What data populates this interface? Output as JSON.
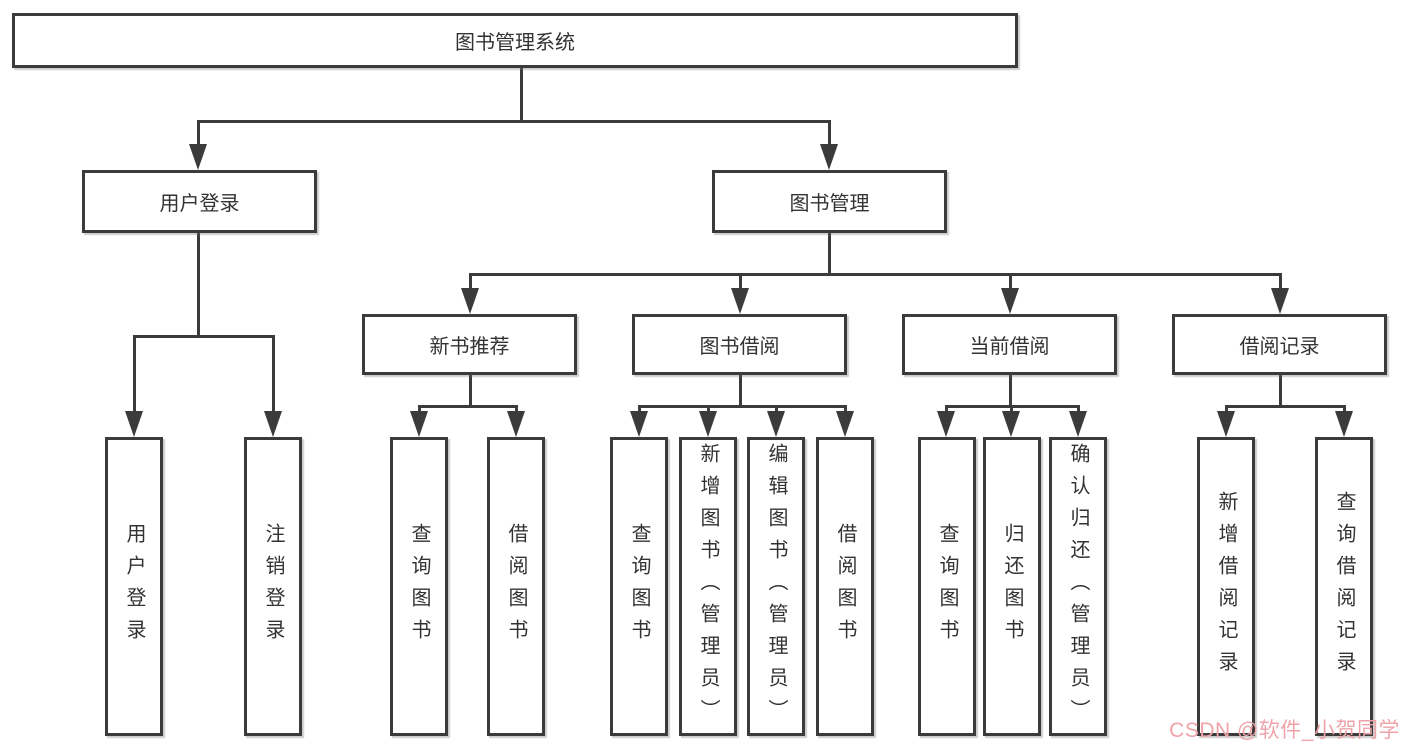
{
  "nodes": {
    "root": "图书管理系统",
    "level2": [
      "用户登录",
      "图书管理"
    ],
    "level3": [
      "新书推荐",
      "图书借阅",
      "当前借阅",
      "借阅记录"
    ],
    "leaves": [
      "用户登录",
      "注销登录",
      "查询图书",
      "借阅图书",
      "查询图书",
      "新增图书（管理员）",
      "编辑图书（管理员）",
      "借阅图书",
      "查询图书",
      "归还图书",
      "确认归还（管理员）",
      "新增借阅记录",
      "查询借阅记录"
    ]
  },
  "watermark": {
    "text": "CSDN @软件_小贺同学"
  },
  "colors": {
    "line": "#3b3b3b",
    "text": "#333333",
    "background": "#ffffff",
    "watermark": "#efa3a8"
  }
}
